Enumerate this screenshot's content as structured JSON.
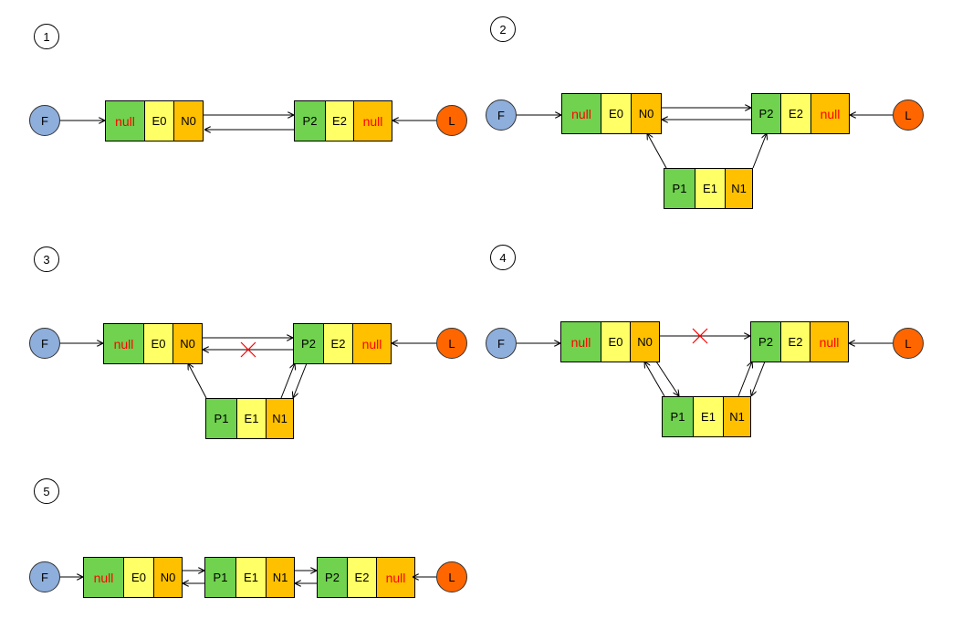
{
  "steps": [
    {
      "label": "1",
      "first": "F",
      "last": "L",
      "nodes": [
        {
          "id": "n0",
          "prev": "null",
          "elem": "E0",
          "next": "N0"
        },
        {
          "id": "n2",
          "prev": "P2",
          "elem": "E2",
          "next": "null"
        }
      ]
    },
    {
      "label": "2",
      "first": "F",
      "last": "L",
      "nodes": [
        {
          "id": "n0",
          "prev": "null",
          "elem": "E0",
          "next": "N0"
        },
        {
          "id": "n2",
          "prev": "P2",
          "elem": "E2",
          "next": "null"
        },
        {
          "id": "n1",
          "prev": "P1",
          "elem": "E1",
          "next": "N1"
        }
      ]
    },
    {
      "label": "3",
      "first": "F",
      "last": "L",
      "nodes": [
        {
          "id": "n0",
          "prev": "null",
          "elem": "E0",
          "next": "N0"
        },
        {
          "id": "n2",
          "prev": "P2",
          "elem": "E2",
          "next": "null"
        },
        {
          "id": "n1",
          "prev": "P1",
          "elem": "E1",
          "next": "N1"
        }
      ]
    },
    {
      "label": "4",
      "first": "F",
      "last": "L",
      "nodes": [
        {
          "id": "n0",
          "prev": "null",
          "elem": "E0",
          "next": "N0"
        },
        {
          "id": "n2",
          "prev": "P2",
          "elem": "E2",
          "next": "null"
        },
        {
          "id": "n1",
          "prev": "P1",
          "elem": "E1",
          "next": "N1"
        }
      ]
    },
    {
      "label": "5",
      "first": "F",
      "last": "L",
      "nodes": [
        {
          "id": "n0",
          "prev": "null",
          "elem": "E0",
          "next": "N0"
        },
        {
          "id": "n1",
          "prev": "P1",
          "elem": "E1",
          "next": "N1"
        },
        {
          "id": "n2",
          "prev": "P2",
          "elem": "E2",
          "next": "null"
        }
      ]
    }
  ],
  "colors": {
    "prev": "#70d24e",
    "elem": "#ffff66",
    "next": "#ffc000",
    "first": "#8eaedc",
    "last": "#ff6600",
    "null_text": "#ff0000",
    "cut_mark": "#ff0000"
  }
}
